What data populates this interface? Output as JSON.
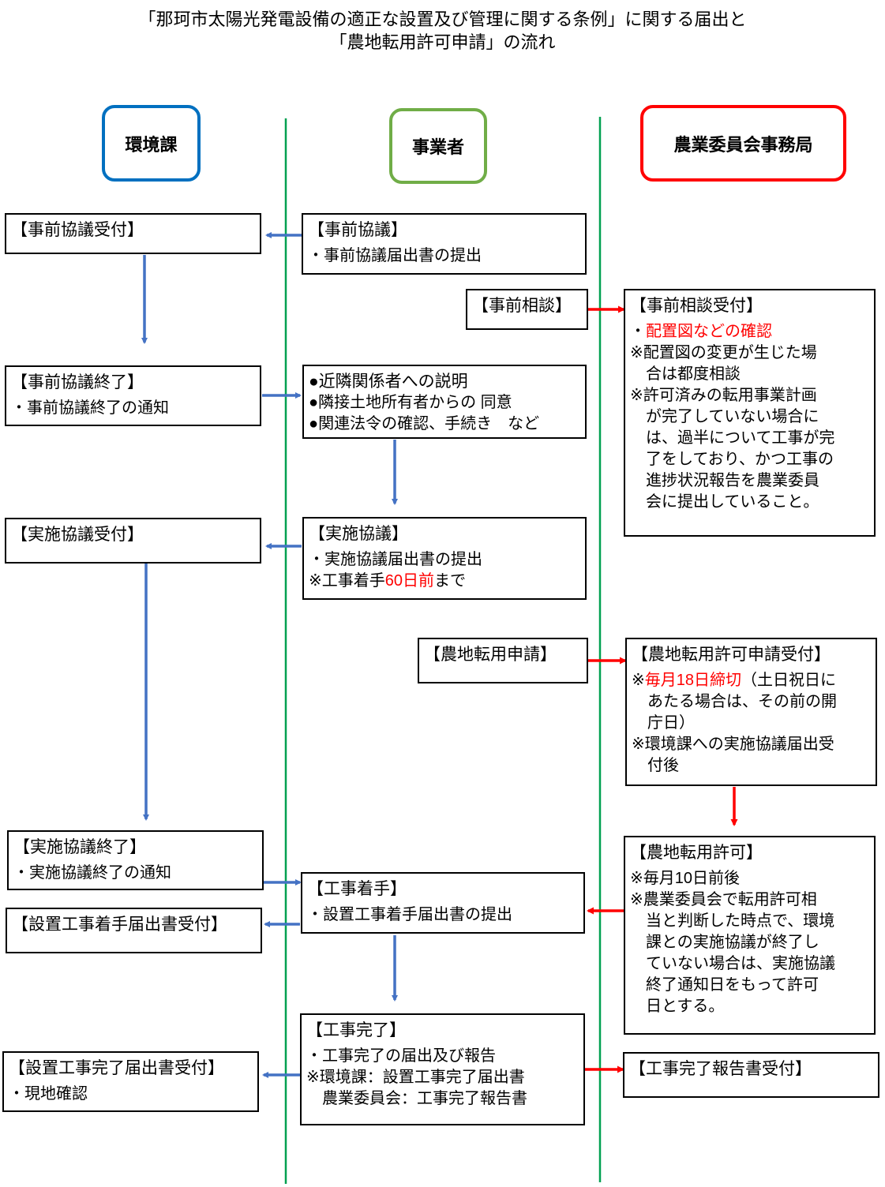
{
  "title": {
    "line1": "「那珂市太陽光発電設備の適正な設置及び管理に関する条例」に関する届出と",
    "line2": "「農地転用許可申請」の流れ"
  },
  "lanes": {
    "kankyo": "環境課",
    "jigyosha": "事業者",
    "nogyo": "農業委員会事務局"
  },
  "colors": {
    "blue": "#0070c0",
    "green": "#70ad47",
    "red": "#ff0000",
    "arrow_blue": "#4472c4",
    "lane_line": "#00a050"
  },
  "boxes": [
    {
      "id": "jizen-kyogi-uketsuke",
      "lines": [
        [
          {
            "t": "【事前協議受付】"
          }
        ]
      ]
    },
    {
      "id": "jizen-kyogi",
      "lines": [
        [
          {
            "t": "【事前協議】"
          }
        ],
        [
          {
            "t": "・事前協議届出書の提出"
          }
        ]
      ]
    },
    {
      "id": "jizen-sodan",
      "lines": [
        [
          {
            "t": "【事前相談】"
          }
        ]
      ]
    },
    {
      "id": "jizen-sodan-uketsuke",
      "lines": [
        [
          {
            "t": "【事前相談受付】"
          }
        ],
        [
          {
            "t": "・"
          },
          {
            "t": "配置図などの確認",
            "red": true
          }
        ],
        [
          {
            "t": "※配置図の変更が生じた場"
          }
        ],
        [
          {
            "t": "　合は都度相談"
          }
        ],
        [
          {
            "t": "※許可済みの転用事業計画"
          }
        ],
        [
          {
            "t": "　が完了していない場合に"
          }
        ],
        [
          {
            "t": "　は、過半について工事が完"
          }
        ],
        [
          {
            "t": "　了をしており、かつ工事の"
          }
        ],
        [
          {
            "t": "　進捗状況報告を農業委員"
          }
        ],
        [
          {
            "t": "　会に提出していること。"
          }
        ]
      ]
    },
    {
      "id": "jizen-kyogi-shuryo",
      "lines": [
        [
          {
            "t": "【事前協議終了】"
          }
        ],
        [
          {
            "t": "・事前協議終了の通知"
          }
        ]
      ]
    },
    {
      "id": "kinrin-setsumei",
      "lines": [
        [
          {
            "t": "●近隣関係者への説明"
          }
        ],
        [
          {
            "t": "●隣接土地所有者からの 同意"
          }
        ],
        [
          {
            "t": "●関連法令の確認、手続き　など"
          }
        ]
      ]
    },
    {
      "id": "jisshi-kyogi-uketsuke",
      "lines": [
        [
          {
            "t": "【実施協議受付】"
          }
        ]
      ]
    },
    {
      "id": "jisshi-kyogi",
      "lines": [
        [
          {
            "t": "【実施協議】"
          }
        ],
        [
          {
            "t": "・実施協議届出書の提出"
          }
        ],
        [
          {
            "t": "※工事着手"
          },
          {
            "t": "60日前",
            "red": true
          },
          {
            "t": "まで"
          }
        ]
      ]
    },
    {
      "id": "nochi-tenyo-shinsei",
      "lines": [
        [
          {
            "t": "【農地転用申請】"
          }
        ]
      ]
    },
    {
      "id": "nochi-tenyo-shinsei-uketsuke",
      "lines": [
        [
          {
            "t": "【農地転用許可申請受付】"
          }
        ],
        [
          {
            "t": "※"
          },
          {
            "t": "毎月18日締切",
            "red": true
          },
          {
            "t": "（土日祝日に"
          }
        ],
        [
          {
            "t": "　あたる場合は、その前の開"
          }
        ],
        [
          {
            "t": "　庁日）"
          }
        ],
        [
          {
            "t": "※環境課への実施協議届出受"
          }
        ],
        [
          {
            "t": "　付後"
          }
        ]
      ]
    },
    {
      "id": "jisshi-kyogi-shuryo",
      "lines": [
        [
          {
            "t": "【実施協議終了】"
          }
        ],
        [
          {
            "t": "・実施協議終了の通知"
          }
        ]
      ]
    },
    {
      "id": "koji-chakushu",
      "lines": [
        [
          {
            "t": "【工事着手】"
          }
        ],
        [
          {
            "t": "・設置工事着手届出書の提出"
          }
        ]
      ]
    },
    {
      "id": "chakushu-todoke-uketsuke",
      "lines": [
        [
          {
            "t": "【設置工事着手届出書受付】"
          }
        ]
      ]
    },
    {
      "id": "nochi-tenyo-kyoka",
      "lines": [
        [
          {
            "t": "【農地転用許可】"
          }
        ],
        [
          {
            "t": "※毎月10日前後"
          }
        ],
        [
          {
            "t": "※農業委員会で転用許可相"
          }
        ],
        [
          {
            "t": "　当と判断した時点で、環境"
          }
        ],
        [
          {
            "t": "　課との実施協議が終了し"
          }
        ],
        [
          {
            "t": "　ていない場合は、実施協議"
          }
        ],
        [
          {
            "t": "　終了通知日をもって許可"
          }
        ],
        [
          {
            "t": "　日とする。"
          }
        ]
      ]
    },
    {
      "id": "koji-kanryo",
      "lines": [
        [
          {
            "t": "【工事完了】"
          }
        ],
        [
          {
            "t": "・工事完了の届出及び報告"
          }
        ],
        [
          {
            "t": "※環境課：設置工事完了届出書"
          }
        ],
        [
          {
            "t": "　農業委員会：工事完了報告書"
          }
        ]
      ]
    },
    {
      "id": "kanryo-todoke-uketsuke",
      "lines": [
        [
          {
            "t": "【設置工事完了届出書受付】"
          }
        ],
        [
          {
            "t": "・現地確認"
          }
        ]
      ]
    },
    {
      "id": "kanryo-hokoku-uketsuke",
      "lines": [
        [
          {
            "t": "【工事完了報告書受付】"
          }
        ]
      ]
    }
  ]
}
